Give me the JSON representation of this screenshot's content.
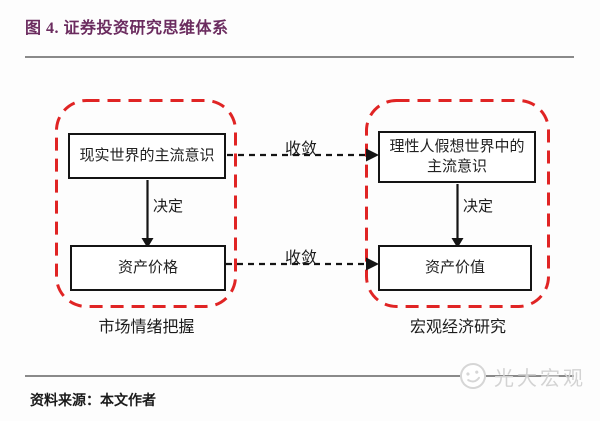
{
  "header": {
    "title": "图 4. 证券投资研究思维体系"
  },
  "diagram": {
    "left_group": {
      "top_box": "现实世界的主流意识",
      "arrow_label": "决定",
      "bottom_box": "资产价格",
      "caption": "市场情绪把握"
    },
    "right_group": {
      "top_box_line1": "理性人假想世界中的",
      "top_box_line2": "主流意识",
      "arrow_label": "决定",
      "bottom_box": "资产价值",
      "caption": "宏观经济研究"
    },
    "converge_top_label": "收敛",
    "converge_bottom_label": "收敛",
    "colors": {
      "group_dashed_border": "#e02424",
      "box_border": "#141414",
      "title_text": "#6b2c5f",
      "rule_gray": "#8a8a8a",
      "watermark_gray": "#d3d3d3"
    }
  },
  "footer": {
    "source": "资料来源：本文作者",
    "watermark": "光大宏观"
  }
}
